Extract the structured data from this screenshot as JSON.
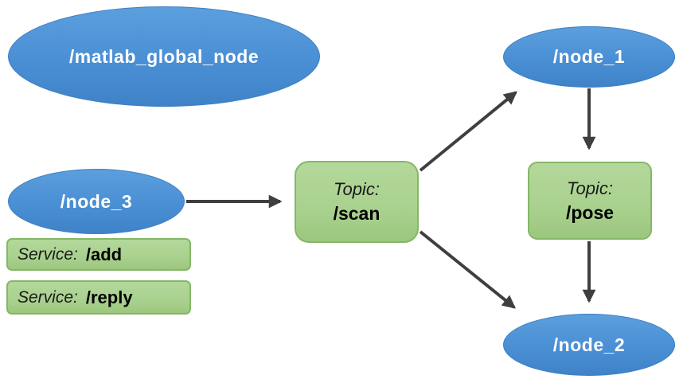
{
  "nodes": {
    "matlab": {
      "label": "/matlab_global_node"
    },
    "node1": {
      "label": "/node_1"
    },
    "node2": {
      "label": "/node_2"
    },
    "node3": {
      "label": "/node_3"
    }
  },
  "topics": {
    "scan": {
      "kind": "Topic:",
      "name": "/scan"
    },
    "pose": {
      "kind": "Topic:",
      "name": "/pose"
    }
  },
  "services": {
    "add": {
      "kind": "Service:",
      "name": "/add"
    },
    "reply": {
      "kind": "Service:",
      "name": "/reply"
    }
  },
  "colors": {
    "node_fill": "#4a8fd4",
    "node_text": "#ffffff",
    "topic_fill": "#a9d18e",
    "topic_border": "#85b767",
    "arrow": "#3f3f3f",
    "background": "#ffffff"
  }
}
